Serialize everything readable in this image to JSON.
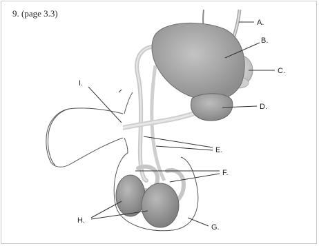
{
  "question": {
    "number": "9.",
    "page_ref": "(page 3.3)"
  },
  "labels": {
    "a": "A.",
    "b": "B.",
    "c": "C.",
    "d": "D.",
    "e": "E.",
    "f": "F.",
    "g": "G.",
    "h": "H.",
    "i": "I."
  },
  "colors": {
    "organ_gray": "#a9a9a9",
    "organ_dark": "#8a8a8a",
    "outline": "#555555",
    "duct_light": "#d6d6d6",
    "line": "#333333"
  }
}
